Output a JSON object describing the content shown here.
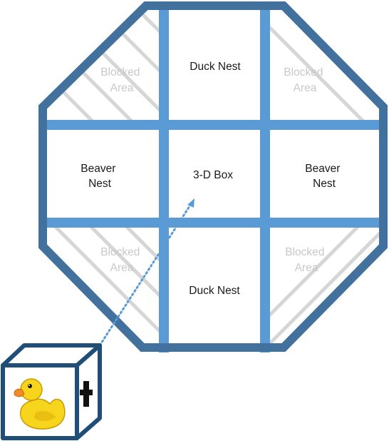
{
  "colors": {
    "outline": "#41719c",
    "grid": "#5b9bd5",
    "hatch": "#d6d6d6",
    "blocked_text": "#c8c8c8",
    "text": "#1a1a1a",
    "duck_body": "#f7d51d",
    "duck_beak": "#f08a24"
  },
  "cells": {
    "top_left": {
      "line1": "Blocked",
      "line2": "Area"
    },
    "top_center": "Duck Nest",
    "top_right": {
      "line1": "Blocked",
      "line2": "Area"
    },
    "middle_left": {
      "line1": "Beaver",
      "line2": "Nest"
    },
    "center": "3-D Box",
    "middle_right": {
      "line1": "Beaver",
      "line2": "Nest"
    },
    "bottom_left": {
      "line1": "Blocked",
      "line2": "Area"
    },
    "bottom_center": "Duck Nest",
    "bottom_right": {
      "line1": "Blocked",
      "line2": "Area"
    }
  },
  "box": {
    "front_icon": "rubber-duck-icon",
    "side_symbol": "+"
  }
}
